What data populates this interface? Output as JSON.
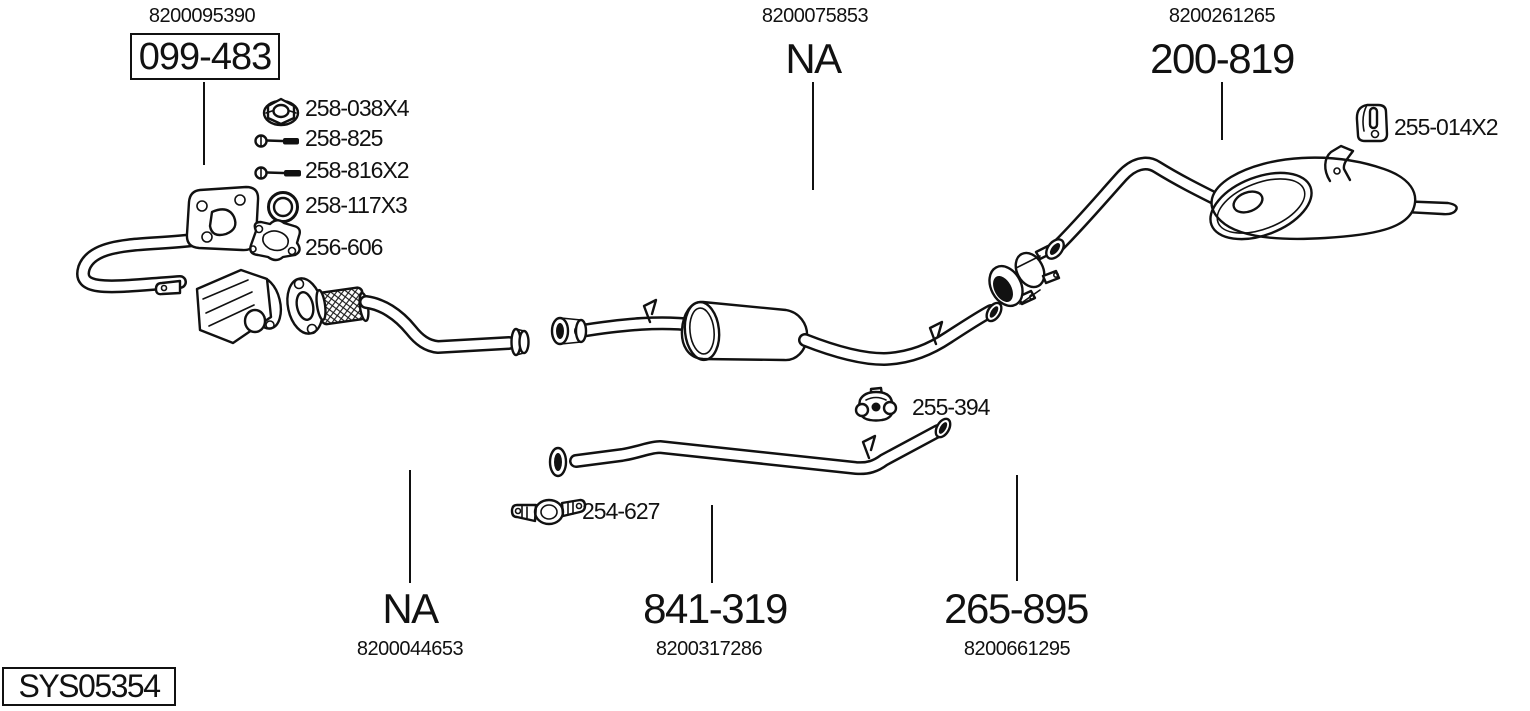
{
  "page": {
    "background": "#ffffff",
    "ink": "#111111"
  },
  "system": {
    "code": "SYS05354"
  },
  "sections": {
    "front": {
      "ref": "8200095390",
      "label": "099-483"
    },
    "middle": {
      "ref": "8200075853",
      "label": "NA"
    },
    "rear": {
      "ref": "8200261265",
      "label": "200-819"
    },
    "bottom_left": {
      "ref": "8200044653",
      "label": "NA"
    },
    "bottom_middle": {
      "ref": "8200317286",
      "label": "841-319"
    },
    "bottom_right": {
      "ref": "8200661295",
      "label": "265-895"
    }
  },
  "mounting_parts": [
    {
      "code": "258-038X4",
      "icon": "flange-nut-icon"
    },
    {
      "code": "258-825",
      "icon": "bolt-icon"
    },
    {
      "code": "258-816X2",
      "icon": "bolt-icon"
    },
    {
      "code": "258-117X3",
      "icon": "ring-gasket-icon"
    },
    {
      "code": "256-606",
      "icon": "flange-gasket-icon"
    }
  ],
  "inline_parts": {
    "hanger": {
      "code": "255-014X2",
      "icon": "hanger-clip-icon"
    },
    "mount": {
      "code": "255-394",
      "icon": "rubber-mount-icon"
    },
    "clamp": {
      "code": "254-627",
      "icon": "pipe-clamp-icon"
    }
  }
}
